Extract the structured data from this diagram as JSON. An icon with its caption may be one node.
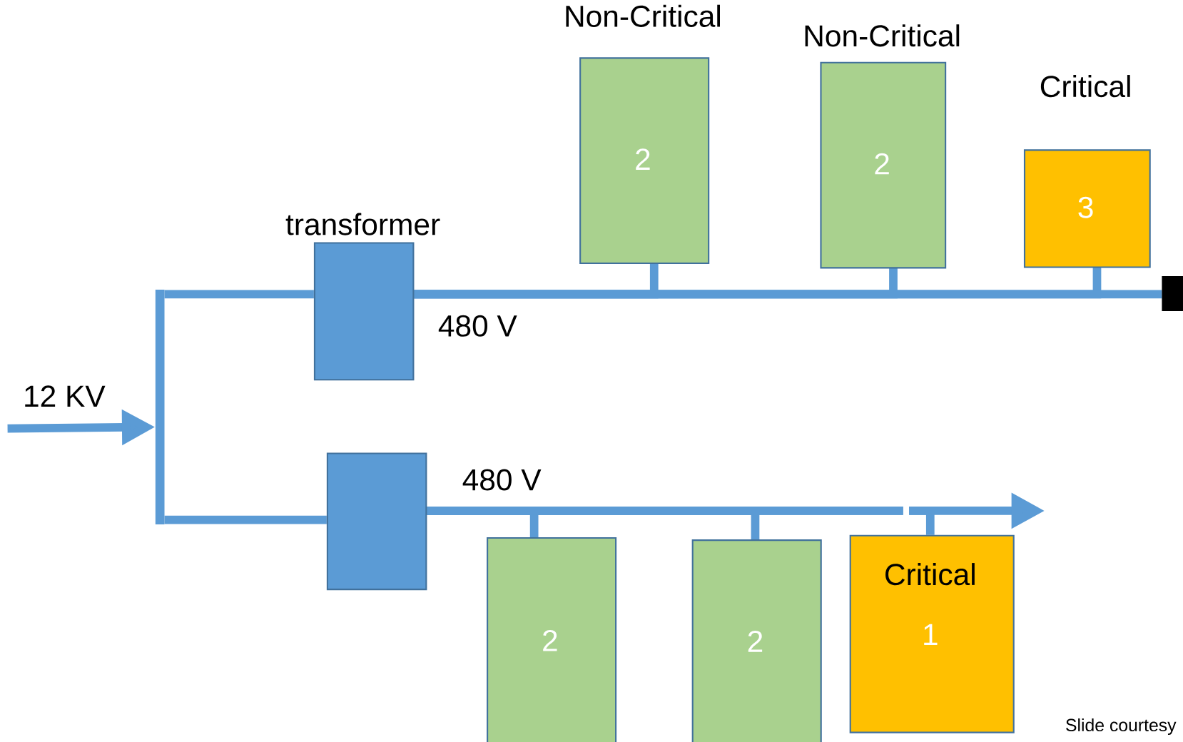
{
  "diagram": {
    "nodes": [
      {
        "text": [
          "transformer"
        ]
      },
      {
        "text": [],
        "shape": "box"
      },
      {
        "text": [
          "Non-Critical",
          "2"
        ]
      },
      {
        "text": [
          "Non-Critical",
          "2"
        ]
      },
      {
        "text": [
          "Critical",
          "3"
        ]
      },
      {
        "text": [
          "2"
        ]
      },
      {
        "text": [
          "2"
        ]
      },
      {
        "text": [
          "Critical",
          "1"
        ]
      },
      {
        "text": [],
        "shape": "box"
      },
      {
        "text": [],
        "shape": "bar"
      }
    ],
    "edges": [
      {
        "from": null,
        "to": 9,
        "arrow": "to"
      },
      {
        "from": 9,
        "to": 0,
        "arrow": "none"
      },
      {
        "from": 9,
        "to": 1,
        "arrow": "none"
      },
      {
        "from": 0,
        "to": 2,
        "arrow": "none"
      },
      {
        "from": 0,
        "to": 3,
        "arrow": "none"
      },
      {
        "from": 0,
        "to": 4,
        "arrow": "none"
      },
      {
        "from": 0,
        "to": 8,
        "arrow": "none"
      },
      {
        "from": 1,
        "to": 5,
        "arrow": "none"
      },
      {
        "from": 1,
        "to": 6,
        "arrow": "none"
      },
      {
        "from": 1,
        "to": 7,
        "arrow": "none"
      },
      {
        "from": 1,
        "to": null,
        "arrow": "to"
      }
    ],
    "labels": [
      "12 KV",
      "480 V",
      "480 V",
      "Slide courtesy"
    ]
  }
}
